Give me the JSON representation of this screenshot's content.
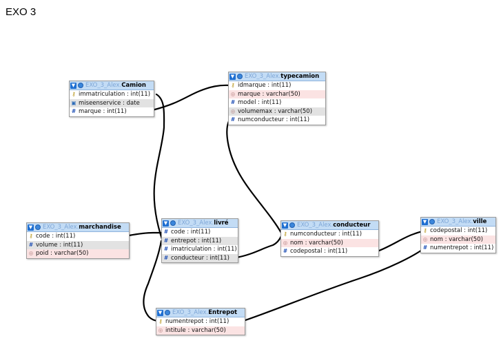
{
  "page_title": "EXO 3",
  "colors": {
    "header_bg": "#c3dcf5",
    "link_line": "#000000",
    "row_gray": "#e2e2e2",
    "row_pink": "#fbe3e3"
  },
  "tables": {
    "camion": {
      "db": "EXO_3_Alex.",
      "name": "Camion",
      "fields": [
        {
          "icon": "key-icon",
          "text": "immatriculation : int(11)"
        },
        {
          "icon": "date-icon",
          "text": "miseenservice : date"
        },
        {
          "icon": "number-icon",
          "text": "marque : int(11)"
        }
      ]
    },
    "typecamion": {
      "db": "EXO_3_Alex.",
      "name": "typecamion",
      "fields": [
        {
          "icon": "key-icon",
          "text": "idmarque : int(11)"
        },
        {
          "icon": "string-icon",
          "text": "marque : varchar(50)"
        },
        {
          "icon": "number-icon",
          "text": "model : int(11)"
        },
        {
          "icon": "string-icon",
          "text": "volumemax : varchar(50)"
        },
        {
          "icon": "number-icon",
          "text": "numconducteur : int(11)"
        }
      ]
    },
    "marchandise": {
      "db": "EXO_3_Alex.",
      "name": "marchandise",
      "fields": [
        {
          "icon": "key-icon",
          "text": "code : int(11)"
        },
        {
          "icon": "number-icon",
          "text": "volume : int(11)"
        },
        {
          "icon": "string-icon",
          "text": "poid : varchar(50)"
        }
      ]
    },
    "livre": {
      "db": "EXO_3_Alex.",
      "name": "livré",
      "fields": [
        {
          "icon": "number-icon",
          "text": "code : int(11)"
        },
        {
          "icon": "number-icon",
          "text": "entrepot : int(11)"
        },
        {
          "icon": "number-icon",
          "text": "imatriculation : int(11)"
        },
        {
          "icon": "number-icon",
          "text": "conducteur : int(11)"
        }
      ]
    },
    "conducteur": {
      "db": "EXO_3_Alex.",
      "name": "conducteur",
      "fields": [
        {
          "icon": "key-icon",
          "text": "numconducteur : int(11)"
        },
        {
          "icon": "string-icon",
          "text": "nom : varchar(50)"
        },
        {
          "icon": "number-icon",
          "text": "codepostal : int(11)"
        }
      ]
    },
    "ville": {
      "db": "EXO_3_Alex.",
      "name": "ville",
      "fields": [
        {
          "icon": "key-icon",
          "text": "codepostal : int(11)"
        },
        {
          "icon": "string-icon",
          "text": "nom : varchar(50)"
        },
        {
          "icon": "number-icon",
          "text": "numentrepot : int(11)"
        }
      ]
    },
    "entrepot": {
      "db": "EXO_3_Alex.",
      "name": "Entrepot",
      "fields": [
        {
          "icon": "key-icon",
          "text": "numentrepot : int(11)"
        },
        {
          "icon": "string-icon",
          "text": "intitule : varchar(50)"
        }
      ]
    }
  }
}
